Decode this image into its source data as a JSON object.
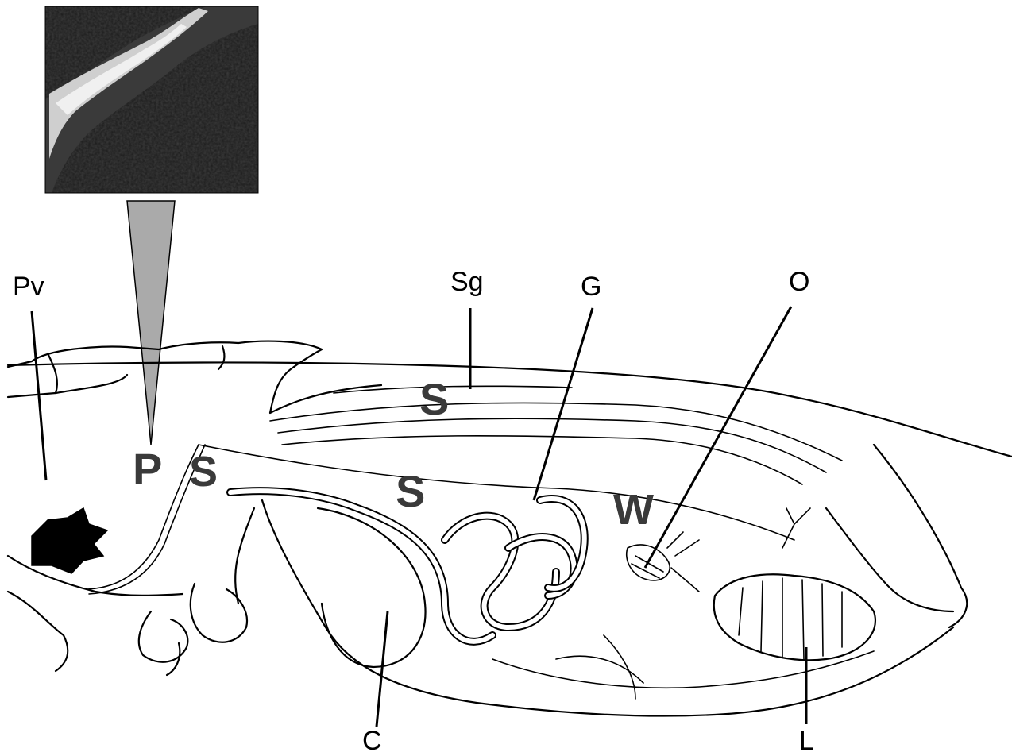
{
  "labels": {
    "pv": "Pv",
    "sg": "Sg",
    "g": "G",
    "o": "O",
    "c": "C",
    "l": "L"
  },
  "markers": {
    "p": "P",
    "s_anterior": "S",
    "s_dorsal": "S",
    "s_middle": "S",
    "w": "W"
  },
  "colors": {
    "outline": "#000000",
    "marker": "#3a3a3a",
    "pointer": "#aaaaaa",
    "inset_dark": "#1a1a1a",
    "inset_light": "#e8e8e8"
  }
}
